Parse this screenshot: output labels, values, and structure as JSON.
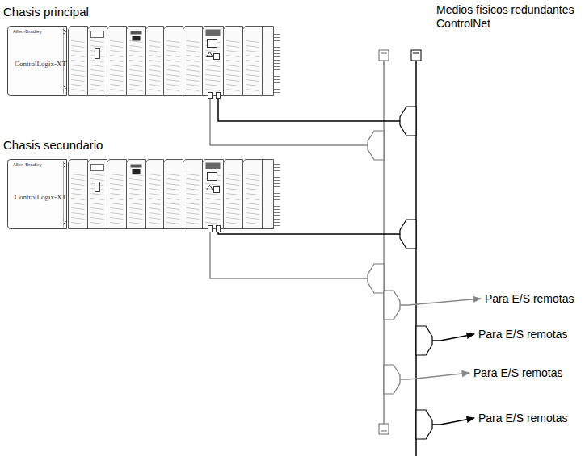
{
  "diagram": {
    "nodes": [
      {
        "text": [
          "Chasis principal",
          "Allen-Bradley",
          "ControlLogix-XT"
        ]
      },
      {
        "text": [
          "Chasis secundario",
          "Allen-Bradley",
          "ControlLogix-XT"
        ]
      }
    ],
    "labels": [
      "Medios físicos redundantes ControlNet",
      "Para E/S remotas",
      "Para E/S remotas",
      "Para E/S remotas",
      "Para E/S remotas"
    ]
  }
}
